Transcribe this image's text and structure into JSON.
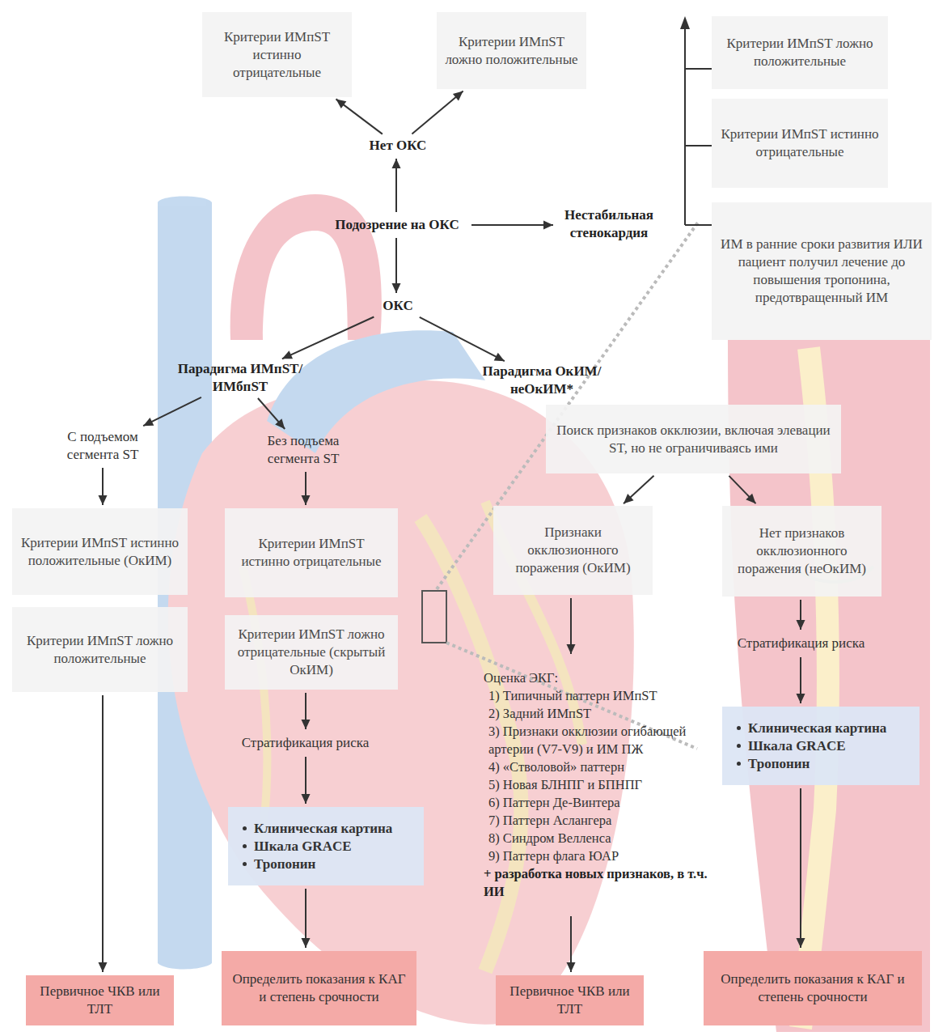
{
  "diagram": {
    "nodes": [
      {
        "text": [
          "Критерии ИМпST истинно отрицательные"
        ]
      },
      {
        "text": [
          "Критерии ИМпST ложно положительные"
        ]
      },
      {
        "text": [
          "Критерии ИМпST ложно положительные"
        ]
      },
      {
        "text": [
          "Нет ОКС"
        ]
      },
      {
        "text": [
          "Критерии ИМпST истинно отрицательные"
        ]
      },
      {
        "text": [
          "Подозрение на ОКС"
        ]
      },
      {
        "text": [
          "Нестабильная стенокардия"
        ]
      },
      {
        "text": [
          "ИМ в ранние сроки развития ИЛИ пациент получил лечение до повышения тропонина, предотвращенный ИМ"
        ]
      },
      {
        "text": [
          "ОКС"
        ]
      },
      {
        "text": [
          "Парадигма ИМпST/ИМбпST"
        ]
      },
      {
        "text": [
          "Парадигма ОкИМ/неОкИМ*"
        ]
      },
      {
        "text": [
          "Поиск признаков окклюзии, включая элевации ST, но не ограничиваясь ими"
        ]
      },
      {
        "text": [
          "С подъемом сегмента ST"
        ]
      },
      {
        "text": [
          "Без подъема сегмента ST"
        ]
      },
      {
        "text": [
          "Критерии ИМпST истинно положительные (ОкИМ)"
        ]
      },
      {
        "text": [
          "Критерии ИМпST истинно отрицательные"
        ]
      },
      {
        "text": [
          "Признаки окклюзионного поражения (ОкИМ)"
        ]
      },
      {
        "text": [
          "Нет признаков окклюзионного поражения (неОкИМ)"
        ]
      },
      {
        "text": [
          "Критерии ИМпST ложно положительные"
        ]
      },
      {
        "text": [
          "Критерии ИМпST ложно отрицательные (скрытый ОкИМ)"
        ]
      },
      {
        "text": [
          "Стратификация риска"
        ]
      },
      {
        "text": [
          "Оценка ЭКГ:",
          "1) Типичный паттерн ИМпST",
          "2) Задний ИМпST",
          "3) Признаки окклюзии огибающей артерии (V7-V9) и ИМ ПЖ",
          "4) «Стволовой» паттерн",
          "5) Новая БЛНПГ и БПНПГ",
          "6) Паттерн Де-Винтера",
          "7) Паттерн Аслангера",
          "8) Синдром Велленса",
          "9) Паттерн флага ЮАР",
          "+ разработка новых признаков, в т.ч. ИИ"
        ]
      },
      {
        "text": [
          "Стратификация риска"
        ]
      },
      {
        "text": [
          "Клиническая картина",
          "Шкала GRACE",
          "Тропонин"
        ]
      },
      {
        "text": [
          "Клиническая картина",
          "Шкала GRACE",
          "Тропонин"
        ]
      },
      {
        "text": [
          "Первичное ЧКВ или ТЛТ"
        ]
      },
      {
        "text": [
          "Определить показания к КАГ и степень срочности"
        ]
      },
      {
        "text": [
          "Первичное ЧКВ или ТЛТ"
        ]
      },
      {
        "text": [
          "Определить показания к КАГ и степень срочности"
        ]
      }
    ],
    "edges": [
      {
        "from": 5,
        "to": 3,
        "arrow": "to"
      },
      {
        "from": 5,
        "to": 6,
        "arrow": "to"
      },
      {
        "from": 5,
        "to": 8,
        "arrow": "to"
      },
      {
        "from": 3,
        "to": 0,
        "arrow": "to"
      },
      {
        "from": 3,
        "to": 1,
        "arrow": "to"
      },
      {
        "from": 8,
        "to": 9,
        "arrow": "to"
      },
      {
        "from": 8,
        "to": 10,
        "arrow": "to"
      },
      {
        "from": 9,
        "to": 12,
        "arrow": "to"
      },
      {
        "from": 9,
        "to": 13,
        "arrow": "to"
      },
      {
        "from": 12,
        "to": 14,
        "arrow": "to"
      },
      {
        "from": 13,
        "to": 15,
        "arrow": "to"
      },
      {
        "from": 11,
        "to": 16,
        "arrow": "to"
      },
      {
        "from": 11,
        "to": 17,
        "arrow": "to"
      },
      {
        "from": 16,
        "to": 21,
        "arrow": "to"
      },
      {
        "from": 17,
        "to": 22,
        "arrow": "to"
      },
      {
        "from": 19,
        "to": 20,
        "arrow": "to"
      },
      {
        "from": 20,
        "to": 23,
        "arrow": "to"
      },
      {
        "from": 22,
        "to": 24,
        "arrow": "to"
      },
      {
        "from": 18,
        "to": 25,
        "arrow": "to"
      },
      {
        "from": 23,
        "to": 26,
        "arrow": "to"
      },
      {
        "from": 21,
        "to": 27,
        "arrow": "to"
      },
      {
        "from": 24,
        "to": 28,
        "arrow": "to"
      }
    ]
  }
}
